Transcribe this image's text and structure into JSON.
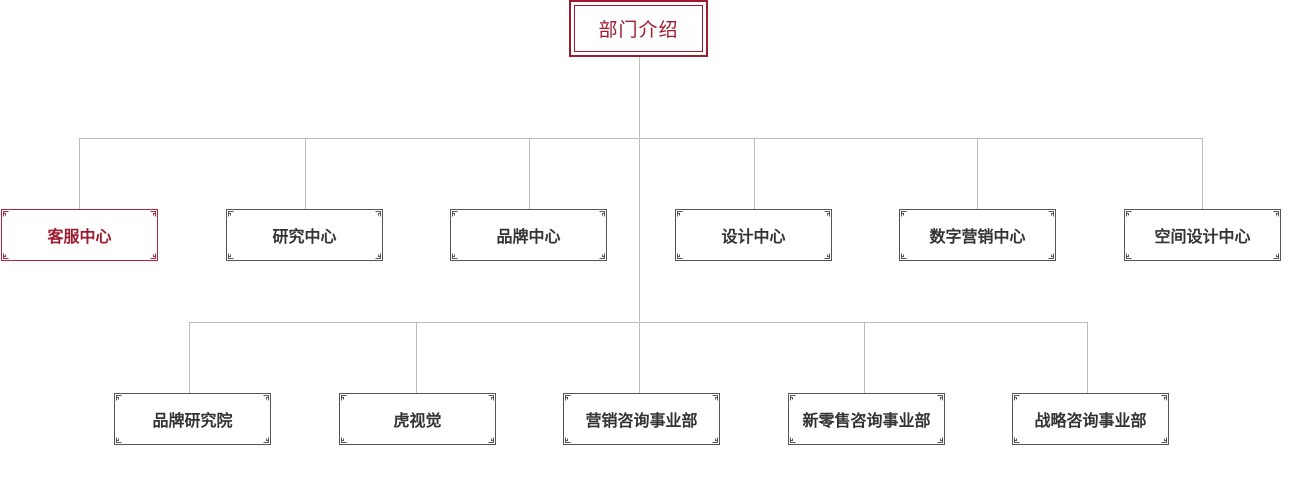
{
  "root": {
    "label": "部门介绍"
  },
  "level1": [
    {
      "label": "客服中心",
      "active": true
    },
    {
      "label": "研究中心",
      "active": false
    },
    {
      "label": "品牌中心",
      "active": false
    },
    {
      "label": "设计中心",
      "active": false
    },
    {
      "label": "数字营销中心",
      "active": false
    },
    {
      "label": "空间设计中心",
      "active": false
    }
  ],
  "level2": [
    {
      "label": "品牌研究院"
    },
    {
      "label": "虎视觉"
    },
    {
      "label": "营销咨询事业部"
    },
    {
      "label": "新零售咨询事业部"
    },
    {
      "label": "战略咨询事业部"
    }
  ],
  "colors": {
    "accent": "#9e1b2f",
    "border": "#555555",
    "connector": "#bdbdbd"
  }
}
